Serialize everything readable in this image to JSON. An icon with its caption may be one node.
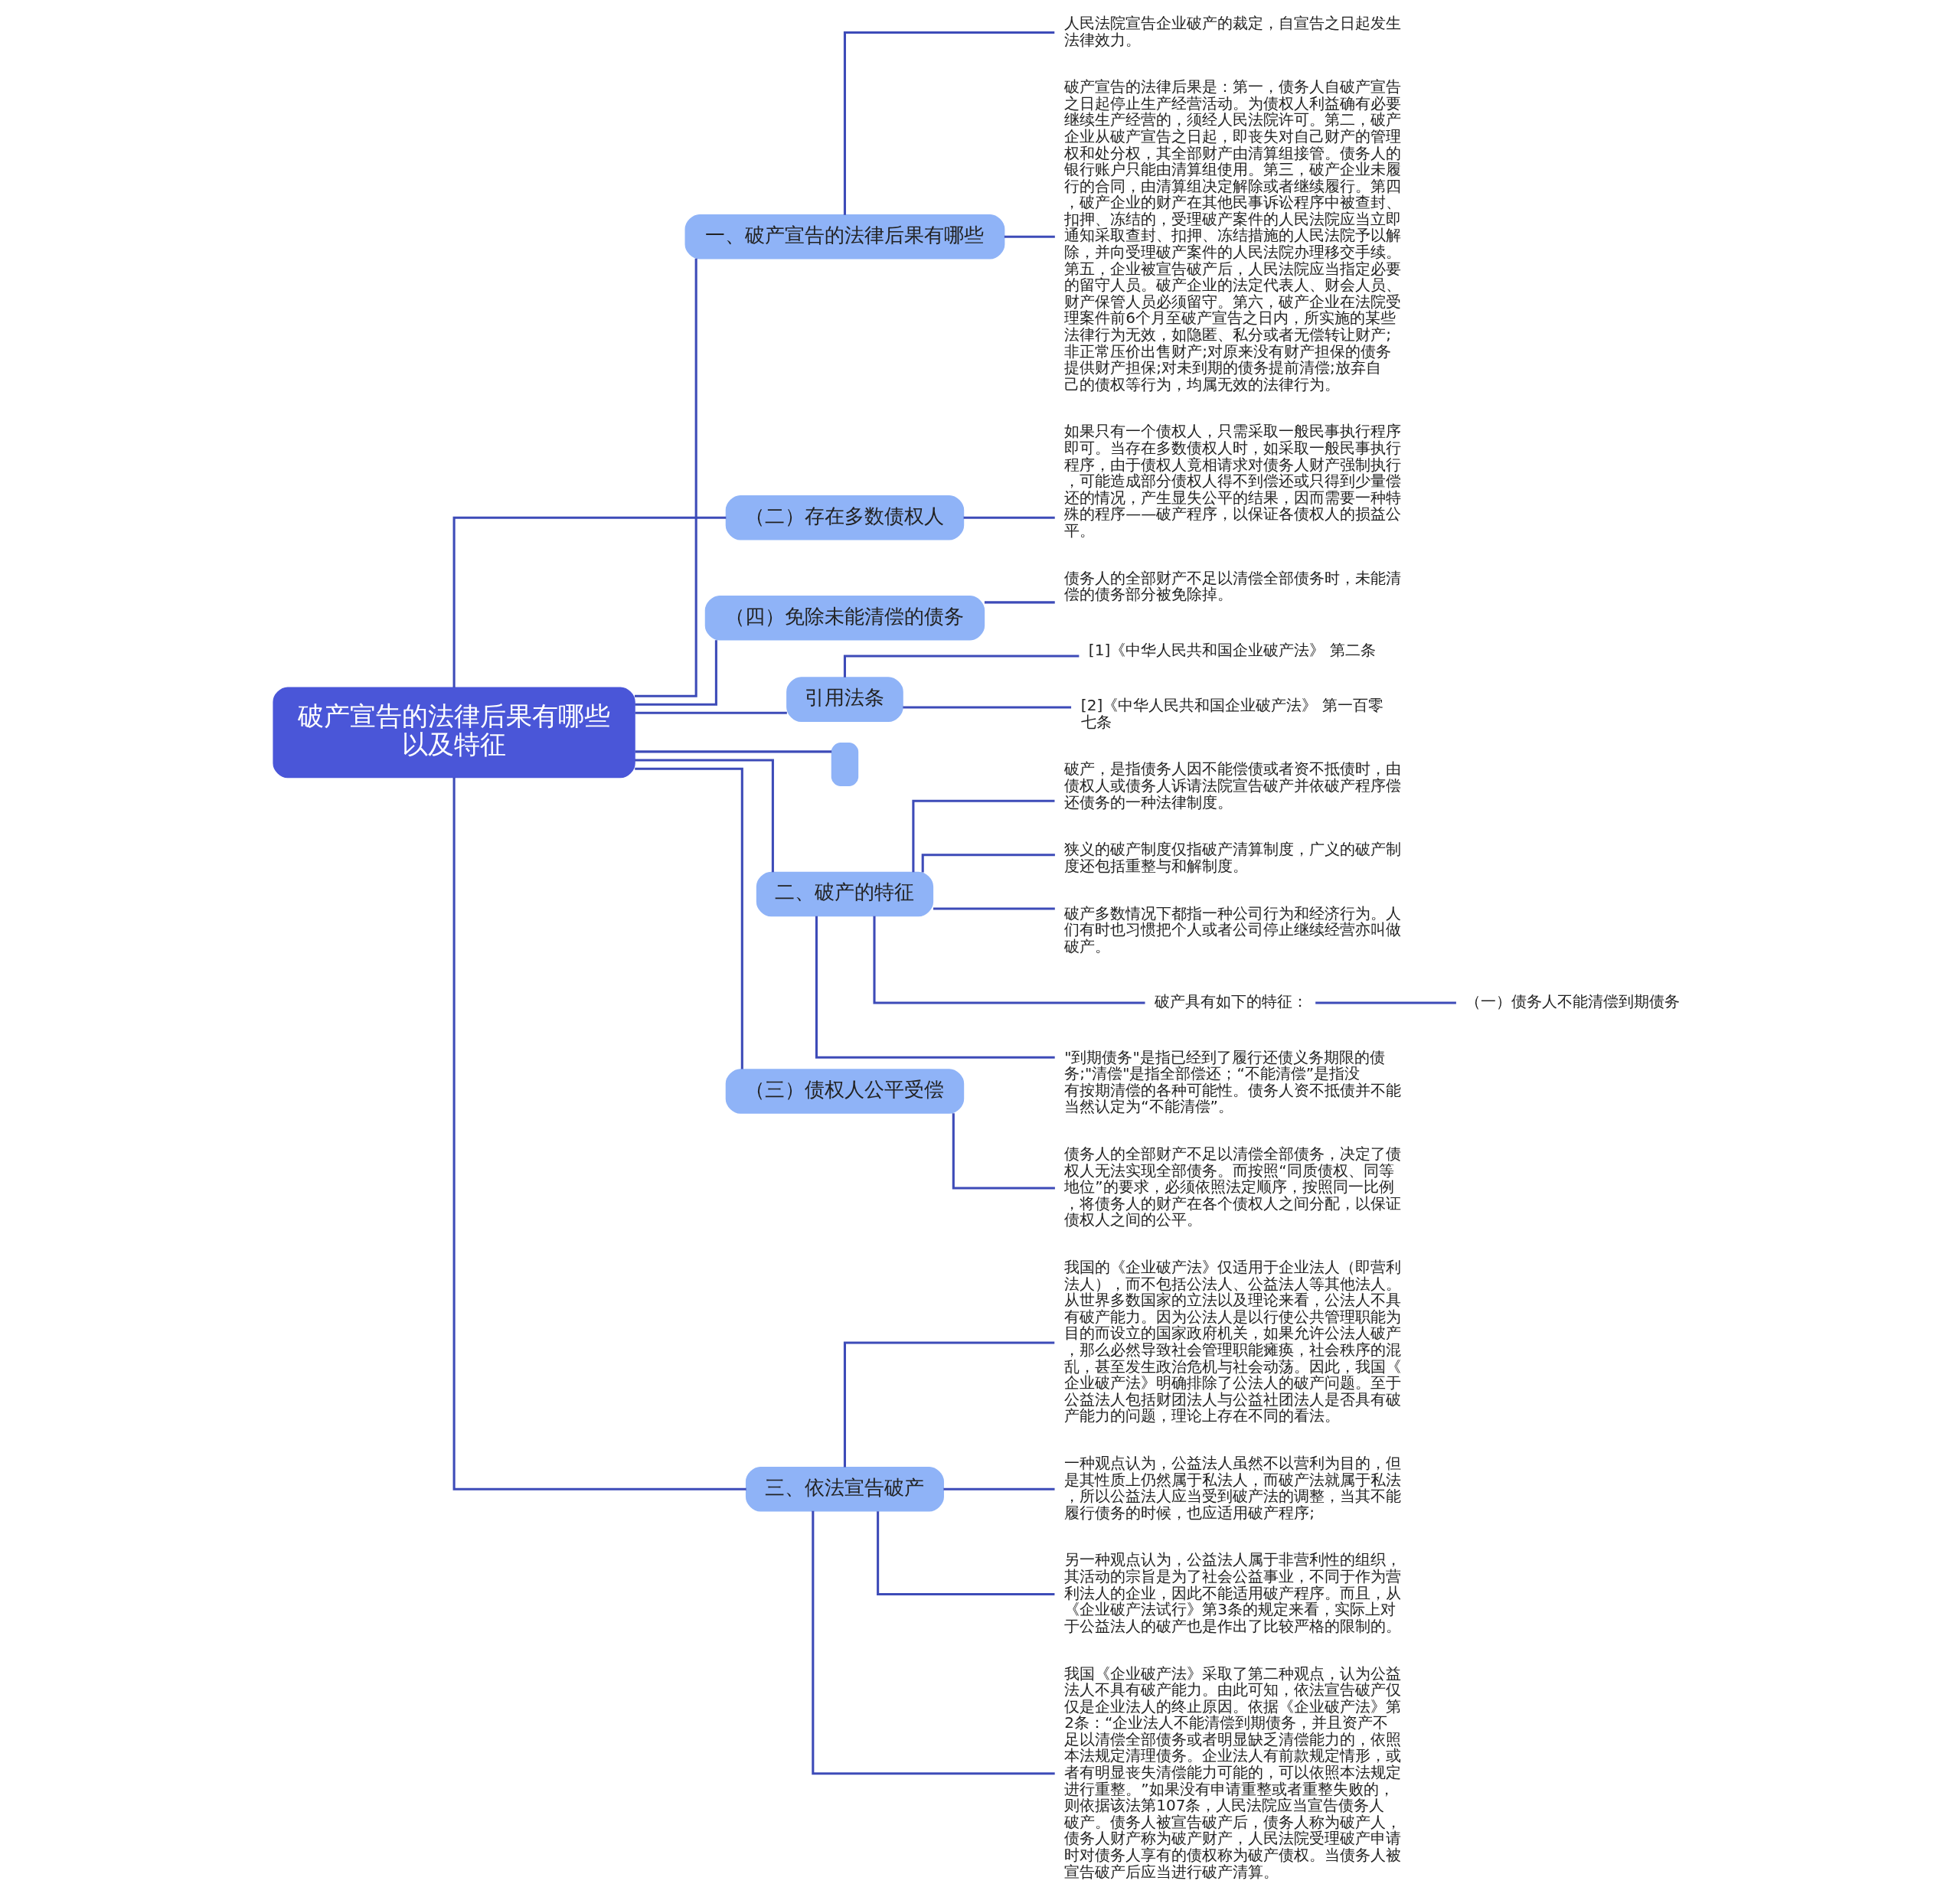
{
  "diagram": {
    "nodes": [
      {
        "text": [
          "破产宣告的法律后果有哪些以及特征"
        ]
      },
      {
        "text": [
          "一、破产宣告的法律后果有哪些"
        ]
      },
      {
        "text": [
          "人民法院宣告企业破产的裁定，自宣告之日起发生法律效力。"
        ]
      },
      {
        "text": [
          "破产宣告的法律后果是：第一，债务人自破产宣告之日起停止生产经营活动。为债权人利益确有必要继续生产经营的，须经人民法院许可。第二，破产企业从破产宣告之日起，即丧失对自己财产的管理权和处分权，其全部财产由清算组接管。债务人的银行账户只能由清算组使用。第三，破产企业未履行的合同，由清算组决定解除或者继续履行。第四，破产企业的财产在其他民事诉讼程序中被查封、扣押、冻结的，受理破产案件的人民法院应当立即通知采取查封、扣押、冻结措施的人民法院予以解除，并向受理破产案件的人民法院办理移交手续。第五，企业被宣告破产后，人民法院应当指定必要的留守人员。破产企业的法定代表人、财会人员、财产保管人员必须留守。第六，破产企业在法院受理案件前6个月至破产宣告之日内，所实施的某些法律行为无效，如隐匿、私分或者无偿转让财产;非正常压价出售财产;对原来没有财产担保的债务提供财产担保;对未到期的债务提前清偿;放弃自己的债权等行为，均属无效的法律行为。"
        ]
      },
      {
        "text": [
          "（二）存在多数债权人"
        ]
      },
      {
        "text": [
          "如果只有一个债权人，只需采取一般民事执行程序即可。当存在多数债权人时，如采取一般民事执行程序，由于债权人竟相请求对债务人财产强制执行，可能造成部分债权人得不到偿还或只得到少量偿还的情况，产生显失公平的结果，因而需要一种特殊的程序——破产程序，以保证各债权人的损益公平。"
        ]
      },
      {
        "text": [
          "（四）免除未能清偿的债务"
        ]
      },
      {
        "text": [
          "债务人的全部财产不足以清偿全部债务时，未能清偿的债务部分被免除掉。"
        ]
      },
      {
        "text": [
          "引用法条"
        ]
      },
      {
        "text": [
          "[1]《中华人民共和国企业破产法》 第二条"
        ]
      },
      {
        "text": [
          "[2]《中华人民共和国企业破产法》 第一百零七条"
        ]
      },
      {
        "text": [],
        "shape": "box"
      },
      {
        "text": [
          "二、破产的特征"
        ]
      },
      {
        "text": [
          "破产，是指债务人因不能偿债或者资不抵债时，由债权人或债务人诉请法院宣告破产并依破产程序偿还债务的一种法律制度。"
        ]
      },
      {
        "text": [
          "狭义的破产制度仅指破产清算制度，广义的破产制度还包括重整与和解制度。"
        ]
      },
      {
        "text": [
          "破产多数情况下都指一种公司行为和经济行为。人们有时也习惯把个人或者公司停止继续经营亦叫做破产。"
        ]
      },
      {
        "text": [
          "破产具有如下的特征："
        ]
      },
      {
        "text": [
          "（一）债务人不能清偿到期债务"
        ]
      },
      {
        "text": [
          "\"到期债务\"是指已经到了履行还债义务期限的债务;\"清偿\"是指全部偿还；“不能清偿”是指没有按期清偿的各种可能性。债务人资不抵债并不能当然认定为“不能清偿”。"
        ]
      },
      {
        "text": [
          "（三）债权人公平受偿"
        ]
      },
      {
        "text": [
          "债务人的全部财产不足以清偿全部债务，决定了债权人无法实现全部债务。而按照“同质债权、同等地位”的要求，必须依照法定顺序，按照同一比例，将债务人的财产在各个债权人之间分配，以保证债权人之间的公平。"
        ]
      },
      {
        "text": [
          "三、依法宣告破产"
        ]
      },
      {
        "text": [
          "我国的《企业破产法》仅适用于企业法人（即营利法人），而不包括公法人、公益法人等其他法人。从世界多数国家的立法以及理论来看，公法人不具有破产能力。因为公法人是以行使公共管理职能为目的而设立的国家政府机关，如果允许公法人破产，那么必然导致社会管理职能瘫痪，社会秩序的混乱，甚至发生政治危机与社会动荡。因此，我国《企业破产法》明确排除了公法人的破产问题。至于公益法人包括财团法人与公益社团法人是否具有破产能力的问题，理论上存在不同的看法。"
        ]
      },
      {
        "text": [
          "一种观点认为，公益法人虽然不以营利为目的，但是其性质上仍然属于私法人，而破产法就属于私法，所以公益法人应当受到破产法的调整，当其不能履行债务的时候，也应适用破产程序;"
        ]
      },
      {
        "text": [
          "另一种观点认为，公益法人属于非营利性的组织，其活动的宗旨是为了社会公益事业，不同于作为营利法人的企业，因此不能适用破产程序。而且，从《企业破产法试行》第3条的规定来看，实际上对于公益法人的破产也是作出了比较严格的限制的。"
        ]
      },
      {
        "text": [
          "我国《企业破产法》采取了第二种观点，认为公益法人不具有破产能力。由此可知，依法宣告破产仅仅是企业法人的终止原因。依据《企业破产法》第2条：“企业法人不能清偿到期债务，并且资产不足以清偿全部债务或者明显缺乏清偿能力的，依照本法规定清理债务。企业法人有前款规定情形，或者有明显丧失清偿能力可能的，可以依照本法规定进行重整。”如果没有申请重整或者重整失败的，则依据该法第107条，人民法院应当宣告债务人破产。债务人被宣告破产后，债务人称为破产人，债务人财产称为破产财产，人民法院受理破产申请时对债务人享有的债权称为破产债权。当债务人被宣告破产后应当进行破产清算。"
        ]
      }
    ],
    "edges": [
      {
        "from": 0,
        "to": 1,
        "arrow": "none"
      },
      {
        "from": 1,
        "to": 2,
        "arrow": "none"
      },
      {
        "from": 1,
        "to": 3,
        "arrow": "none"
      },
      {
        "from": 0,
        "to": 4,
        "arrow": "none"
      },
      {
        "from": 4,
        "to": 5,
        "arrow": "none"
      },
      {
        "from": 0,
        "to": 6,
        "arrow": "none"
      },
      {
        "from": 6,
        "to": 7,
        "arrow": "none"
      },
      {
        "from": 0,
        "to": 8,
        "arrow": "none"
      },
      {
        "from": 8,
        "to": 9,
        "arrow": "none"
      },
      {
        "from": 8,
        "to": 10,
        "arrow": "none"
      },
      {
        "from": 0,
        "to": 11,
        "arrow": "none"
      },
      {
        "from": 0,
        "to": 12,
        "arrow": "none"
      },
      {
        "from": 12,
        "to": 13,
        "arrow": "none"
      },
      {
        "from": 12,
        "to": 14,
        "arrow": "none"
      },
      {
        "from": 12,
        "to": 15,
        "arrow": "none"
      },
      {
        "from": 12,
        "to": 16,
        "arrow": "none"
      },
      {
        "from": 16,
        "to": 17,
        "arrow": "none"
      },
      {
        "from": 12,
        "to": 18,
        "arrow": "none"
      },
      {
        "from": 0,
        "to": 19,
        "arrow": "none"
      },
      {
        "from": 19,
        "to": 20,
        "arrow": "none"
      },
      {
        "from": 0,
        "to": 21,
        "arrow": "none"
      },
      {
        "from": 21,
        "to": 22,
        "arrow": "none"
      },
      {
        "from": 21,
        "to": 23,
        "arrow": "none"
      },
      {
        "from": 21,
        "to": 24,
        "arrow": "none"
      },
      {
        "from": 21,
        "to": 25,
        "arrow": "none"
      }
    ]
  }
}
